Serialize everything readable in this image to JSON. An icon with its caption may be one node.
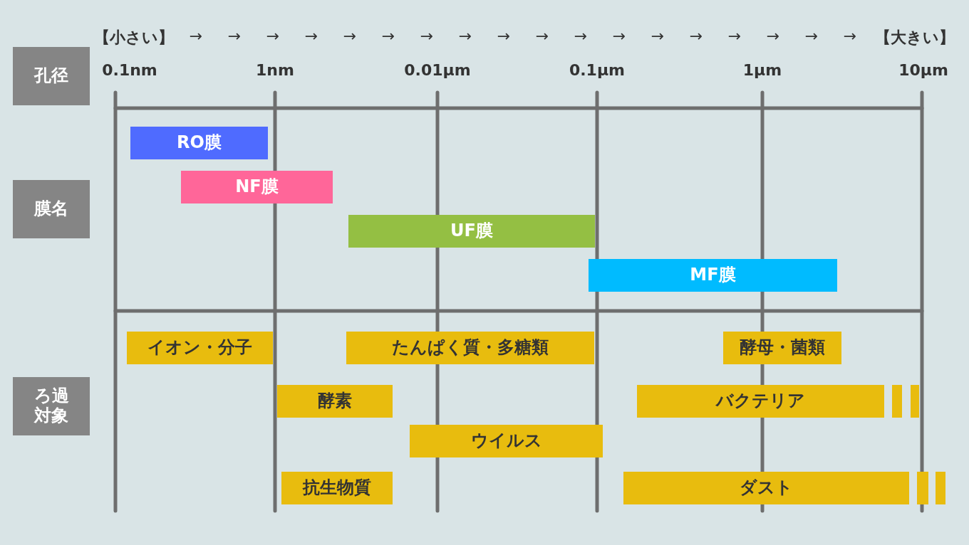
{
  "diagram": {
    "nodes": [
      {
        "text": [
          "孔径"
        ]
      },
      {
        "text": [
          "膜名"
        ]
      },
      {
        "text": [
          "ろ過対象"
        ]
      },
      {
        "text": [
          "RO膜"
        ]
      },
      {
        "text": [
          "NF膜"
        ]
      },
      {
        "text": [
          "UF膜"
        ]
      },
      {
        "text": [
          "MF膜"
        ]
      },
      {
        "text": [
          "イオン・分子"
        ]
      },
      {
        "text": [
          "たんぱく質・多糖類"
        ]
      },
      {
        "text": [
          "酵母・菌類"
        ]
      },
      {
        "text": [
          "酵素"
        ]
      },
      {
        "text": [
          "バクテリア"
        ]
      },
      {
        "text": [
          "ウイルス"
        ]
      },
      {
        "text": [
          "抗生物質"
        ]
      },
      {
        "text": [
          "ダスト"
        ]
      }
    ],
    "edges": [],
    "labels": [
      "【小さい】",
      "→",
      "→",
      "→",
      "→",
      "→",
      "→",
      "→",
      "→",
      "→",
      "→",
      "→",
      "→",
      "→",
      "→",
      "→",
      "→",
      "→",
      "→",
      "【大きい】",
      "0.1nm",
      "1nm",
      "0.01μm",
      "0.1μm",
      "1μm",
      "10μm"
    ]
  }
}
